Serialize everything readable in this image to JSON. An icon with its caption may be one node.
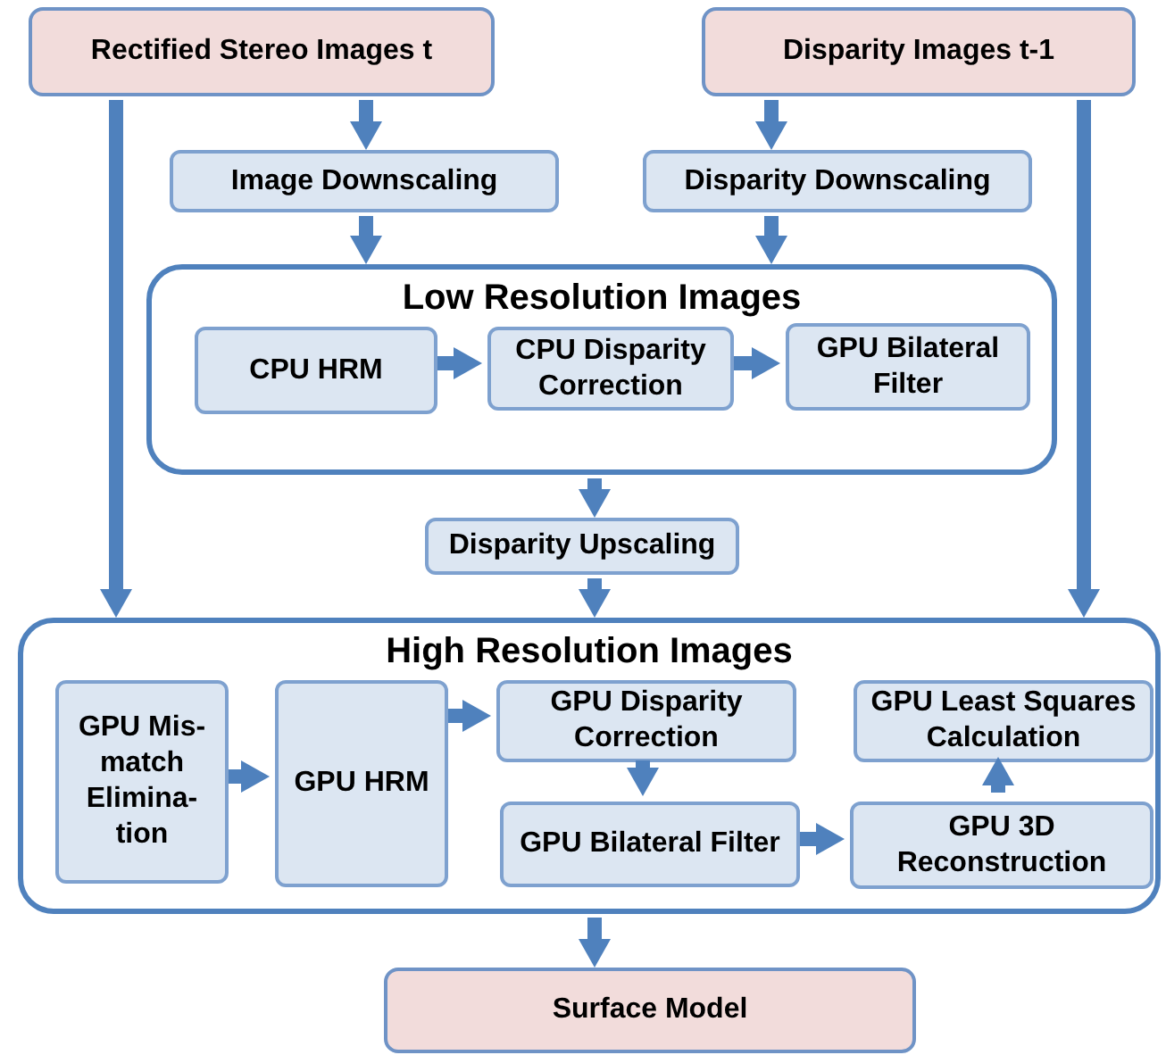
{
  "diagram": {
    "nodes": [
      {
        "text": [
          "Rectified Stereo Images t"
        ]
      },
      {
        "text": [
          "Disparity Images t-1"
        ]
      },
      {
        "text": [
          "Image Downscaling"
        ]
      },
      {
        "text": [
          "Disparity Downscaling"
        ]
      },
      {
        "text": [
          "Low Resolution Images"
        ]
      },
      {
        "text": [
          "CPU HRM"
        ],
        "in": 4
      },
      {
        "text": [
          "CPU Disparity Correction"
        ],
        "in": 4
      },
      {
        "text": [
          "GPU Bilateral Filter"
        ],
        "in": 4
      },
      {
        "text": [
          "Disparity Upscaling"
        ]
      },
      {
        "text": [
          "High Resolution Images"
        ]
      },
      {
        "text": [
          "GPU Mis-match Elimina-tion"
        ],
        "in": 9
      },
      {
        "text": [
          "GPU HRM"
        ],
        "in": 9
      },
      {
        "text": [
          "GPU Disparity Correction"
        ],
        "in": 9
      },
      {
        "text": [
          "GPU Least Squares Calculation"
        ],
        "in": 9
      },
      {
        "text": [
          "GPU Bilateral Filter"
        ],
        "in": 9
      },
      {
        "text": [
          "GPU 3D Reconstruction"
        ],
        "in": 9
      },
      {
        "text": [
          "Surface Model"
        ]
      }
    ],
    "edges": [
      {
        "from": 0,
        "to": 2,
        "arrow": "to"
      },
      {
        "from": 1,
        "to": 3,
        "arrow": "to"
      },
      {
        "from": 2,
        "to": 4,
        "arrow": "to"
      },
      {
        "from": 3,
        "to": 4,
        "arrow": "to"
      },
      {
        "from": 5,
        "to": 6,
        "arrow": "to"
      },
      {
        "from": 6,
        "to": 7,
        "arrow": "to"
      },
      {
        "from": 4,
        "to": 8,
        "arrow": "to"
      },
      {
        "from": 8,
        "to": 9,
        "arrow": "to"
      },
      {
        "from": 0,
        "to": 9,
        "arrow": "to"
      },
      {
        "from": 1,
        "to": 9,
        "arrow": "to"
      },
      {
        "from": 10,
        "to": 11,
        "arrow": "to"
      },
      {
        "from": 11,
        "to": 12,
        "arrow": "to"
      },
      {
        "from": 12,
        "to": 14,
        "arrow": "to"
      },
      {
        "from": 14,
        "to": 15,
        "arrow": "to"
      },
      {
        "from": 15,
        "to": 13,
        "arrow": "to"
      },
      {
        "from": 9,
        "to": 16,
        "arrow": "to"
      }
    ]
  }
}
